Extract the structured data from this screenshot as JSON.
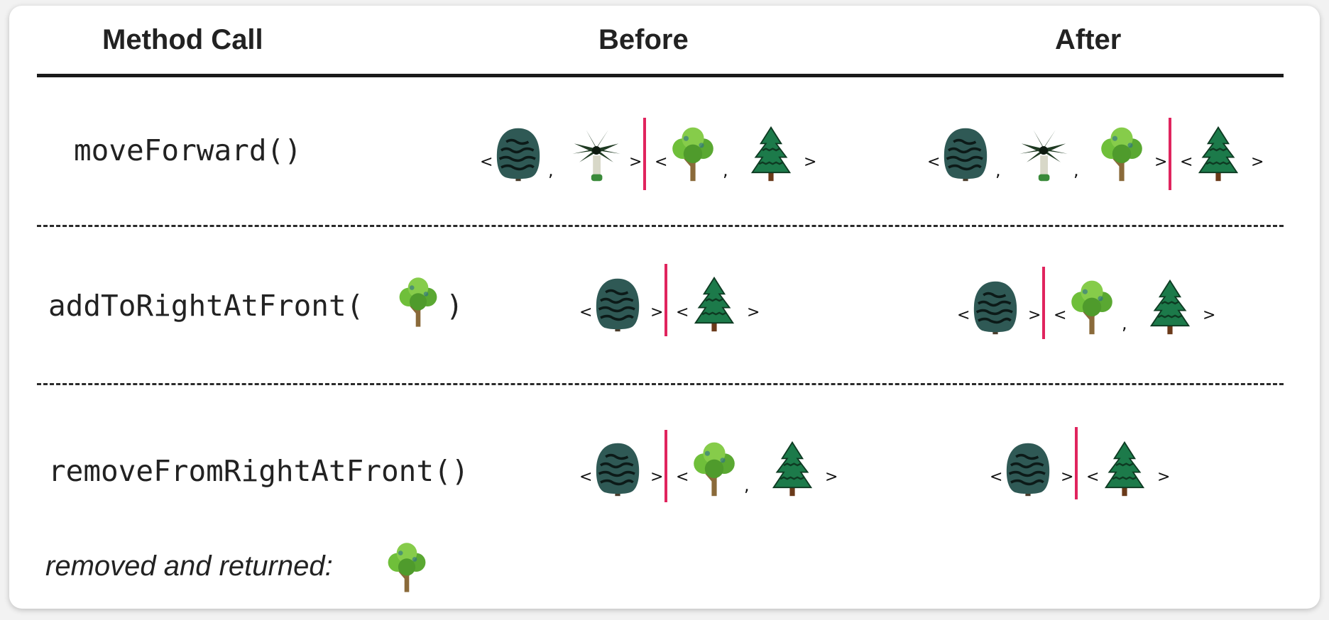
{
  "table": {
    "headers": {
      "method": "Method Call",
      "before": "Before",
      "after": "After"
    },
    "rows": [
      {
        "method": "moveForward()",
        "before": {
          "left": [
            "bush",
            "palm"
          ],
          "right": [
            "oak",
            "pine"
          ]
        },
        "after": {
          "left": [
            "bush",
            "palm",
            "oak"
          ],
          "right": [
            "pine"
          ]
        }
      },
      {
        "method_prefix": "addToRightAtFront(",
        "method_arg": "oak",
        "method_suffix": ")",
        "before": {
          "left": [
            "bush"
          ],
          "right": [
            "pine"
          ]
        },
        "after": {
          "left": [
            "bush"
          ],
          "right": [
            "oak",
            "pine"
          ]
        }
      },
      {
        "method": "removeFromRightAtFront()",
        "before": {
          "left": [
            "bush"
          ],
          "right": [
            "oak",
            "pine"
          ]
        },
        "after": {
          "left": [
            "bush"
          ],
          "right": [
            "pine"
          ]
        }
      }
    ]
  },
  "footnote": {
    "label": "removed and returned:",
    "tree": "oak"
  },
  "symbols": {
    "lt": "<",
    "gt": ">",
    "comma": ","
  },
  "colors": {
    "cursor": "#e0245e",
    "bush": "#2f5955",
    "palm": "#1f3a22",
    "oak": "#6fbf3a",
    "pine": "#1c7a4a"
  }
}
